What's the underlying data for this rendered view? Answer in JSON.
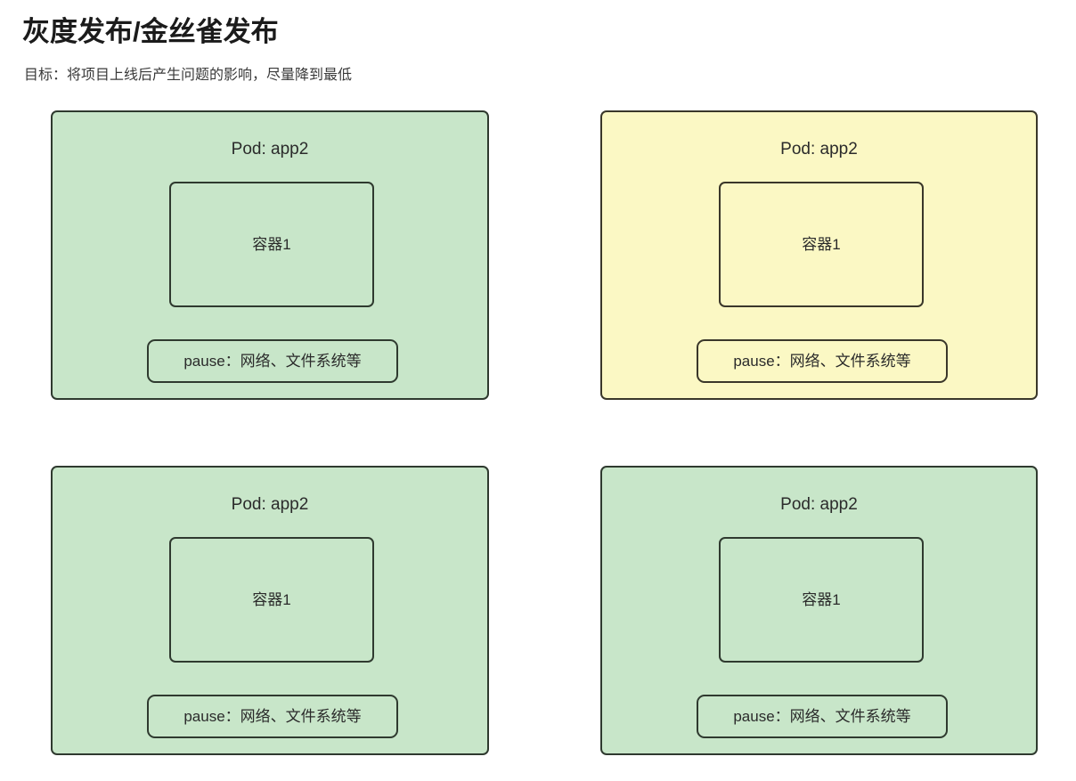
{
  "header": {
    "title": "灰度发布/金丝雀发布",
    "subtitle": "目标：将项目上线后产生问题的影响，尽量降到最低"
  },
  "colors": {
    "green_fill": "#c8e6c9",
    "yellow_fill": "#fbf8c4",
    "border": "#2f3a2f",
    "text": "#2b2b2b",
    "background": "#ffffff"
  },
  "pods": [
    {
      "pod_label": "Pod: app2",
      "container_label": "容器1",
      "pause_label": "pause：网络、文件系统等",
      "state": "normal",
      "fill": "#c8e6c9"
    },
    {
      "pod_label": "Pod: app2",
      "container_label": "容器1",
      "pause_label": "pause：网络、文件系统等",
      "state": "canary",
      "fill": "#fbf8c4"
    },
    {
      "pod_label": "Pod: app2",
      "container_label": "容器1",
      "pause_label": "pause：网络、文件系统等",
      "state": "normal",
      "fill": "#c8e6c9"
    },
    {
      "pod_label": "Pod: app2",
      "container_label": "容器1",
      "pause_label": "pause：网络、文件系统等",
      "state": "normal",
      "fill": "#c8e6c9"
    }
  ]
}
